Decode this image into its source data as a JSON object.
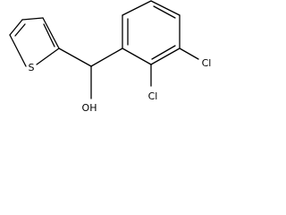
{
  "molecule": {
    "atoms": {
      "sulfur": "S",
      "hydroxyl": "OH",
      "chlorine_top": "Cl",
      "chlorine_bottom": "Cl"
    }
  }
}
